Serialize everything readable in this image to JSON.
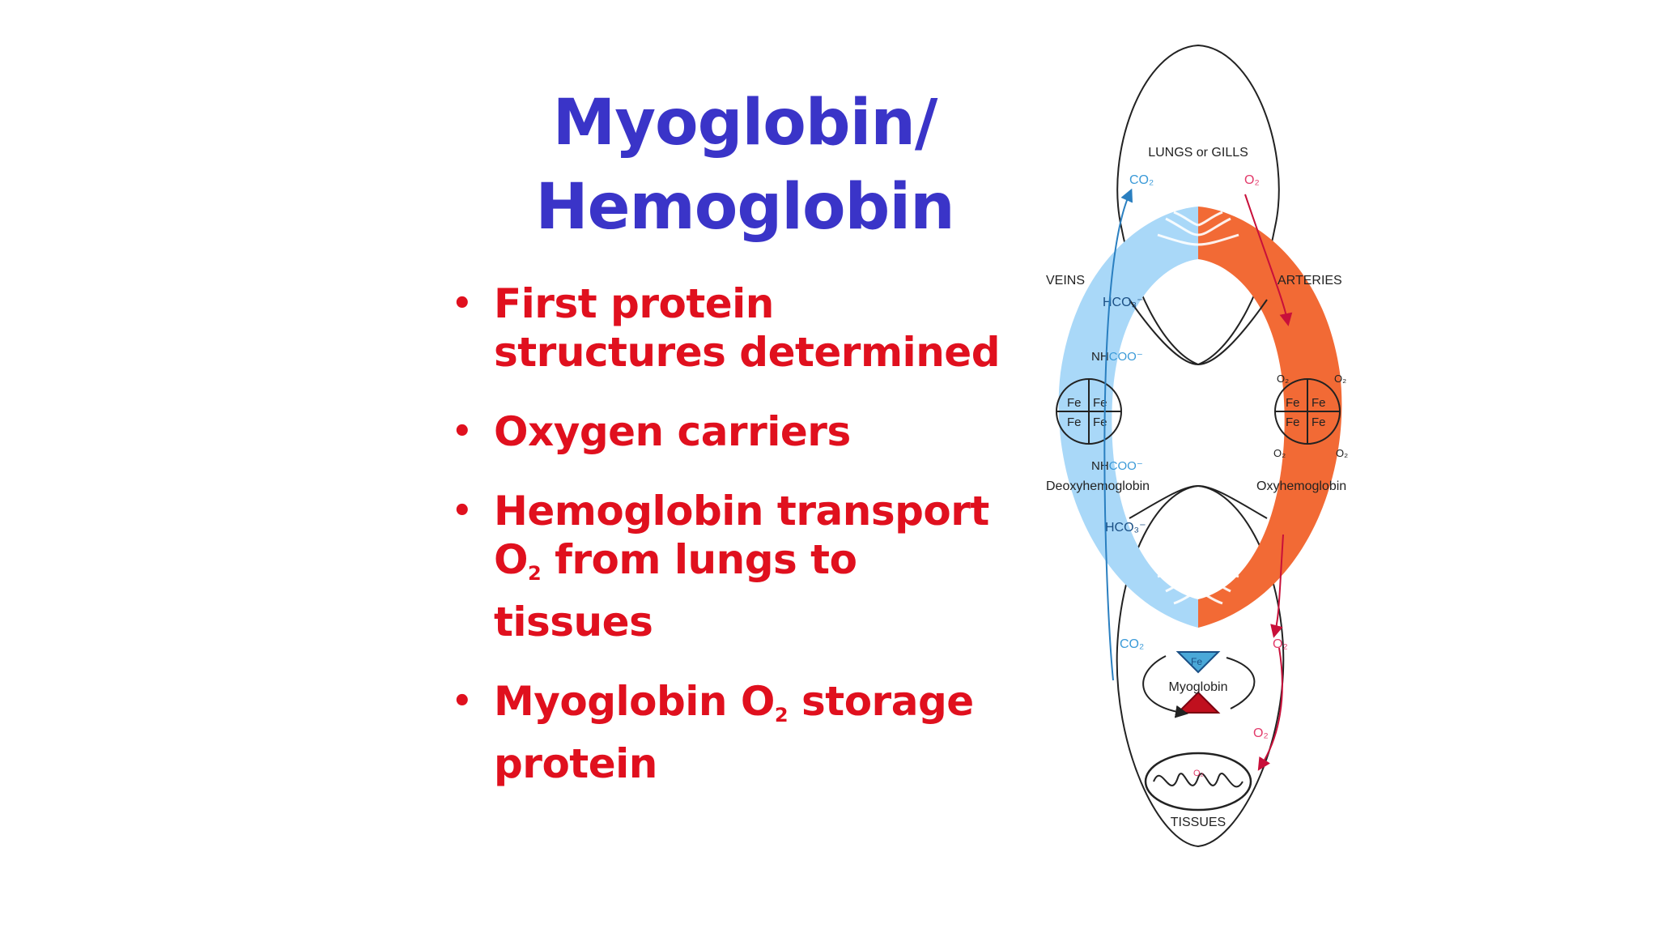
{
  "title": {
    "line1": "Myoglobin/",
    "line2": "Hemoglobin"
  },
  "bullets": [
    {
      "line1": "First protein",
      "line2": "structures determined"
    },
    {
      "line1": "Oxygen carriers"
    },
    {
      "line1": "Hemoglobin transport",
      "line2_pre": "O",
      "line2_sub": "2",
      "line2_post": " from lungs to",
      "line3": "tissues"
    },
    {
      "line1_pre": "Myoglobin O",
      "line1_sub": "2",
      "line1_post": " storage",
      "line2": "protein"
    }
  ],
  "bullet_glyph": "•",
  "diagram": {
    "lungs": "LUNGS or GILLS",
    "veins": "VEINS",
    "arteries": "ARTERIES",
    "co2_top": "CO₂",
    "o2_top": "O₂",
    "hco3_top": "HCO₃⁻",
    "nhcoo_top_pre": "NH",
    "nhcoo_top_post": "COO⁻",
    "nhcoo_bot_pre": "NH",
    "nhcoo_bot_post": "COO⁻",
    "fe": "Fe",
    "deoxy": "Deoxyhemoglobin",
    "oxy": "Oxyhemoglobin",
    "o2_oxy": "O₂",
    "hco3_bottom": "HCO₃⁻",
    "co2_bottom": "CO₂",
    "o2_bottom": "O₂",
    "o2_mid": "O₂",
    "o2_mito": "O₂",
    "myoglobin": "Myoglobin",
    "tissues": "TISSUES"
  },
  "colors": {
    "title": "#3a34c8",
    "bullet_text": "#e0101e",
    "venous": "#a9d8f8",
    "arterial": "#f26a35",
    "co2_label": "#3a9ad8",
    "o2_label": "#e23a6a"
  }
}
